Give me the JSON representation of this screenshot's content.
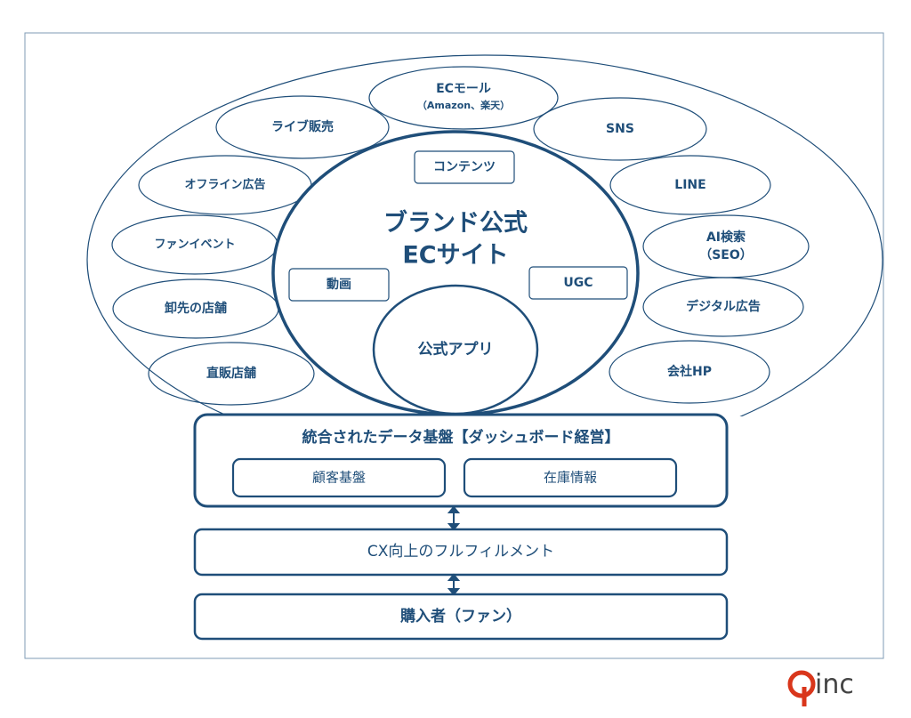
{
  "colors": {
    "primary": "#1f4e79",
    "logo_red": "#d9361b"
  },
  "channels": {
    "ec_mall": {
      "line1": "ECモール",
      "line2": "（Amazon、楽天）"
    },
    "live": "ライブ販売",
    "sns": "SNS",
    "offline_ad": "オフライン広告",
    "line": "LINE",
    "fan_event": "ファンイベント",
    "ai_search": {
      "line1": "AI検索",
      "line2": "（SEO）"
    },
    "wholesale": "卸先の店舗",
    "digital_ad": "デジタル広告",
    "direct_store": "直販店舗",
    "company_hp": "会社HP"
  },
  "core": {
    "title_line1": "ブランド公式",
    "title_line2": "ECサイト",
    "contents": "コンテンツ",
    "video": "動画",
    "ugc": "UGC",
    "app": "公式アプリ"
  },
  "platform": {
    "title": "統合されたデータ基盤【ダッシュボード経営】",
    "customer": "顧客基盤",
    "inventory": "在庫情報"
  },
  "fulfillment": "CX向上のフルフィルメント",
  "buyer": "購入者（ファン）",
  "logo": {
    "text": "inc",
    "mark": "Q"
  }
}
